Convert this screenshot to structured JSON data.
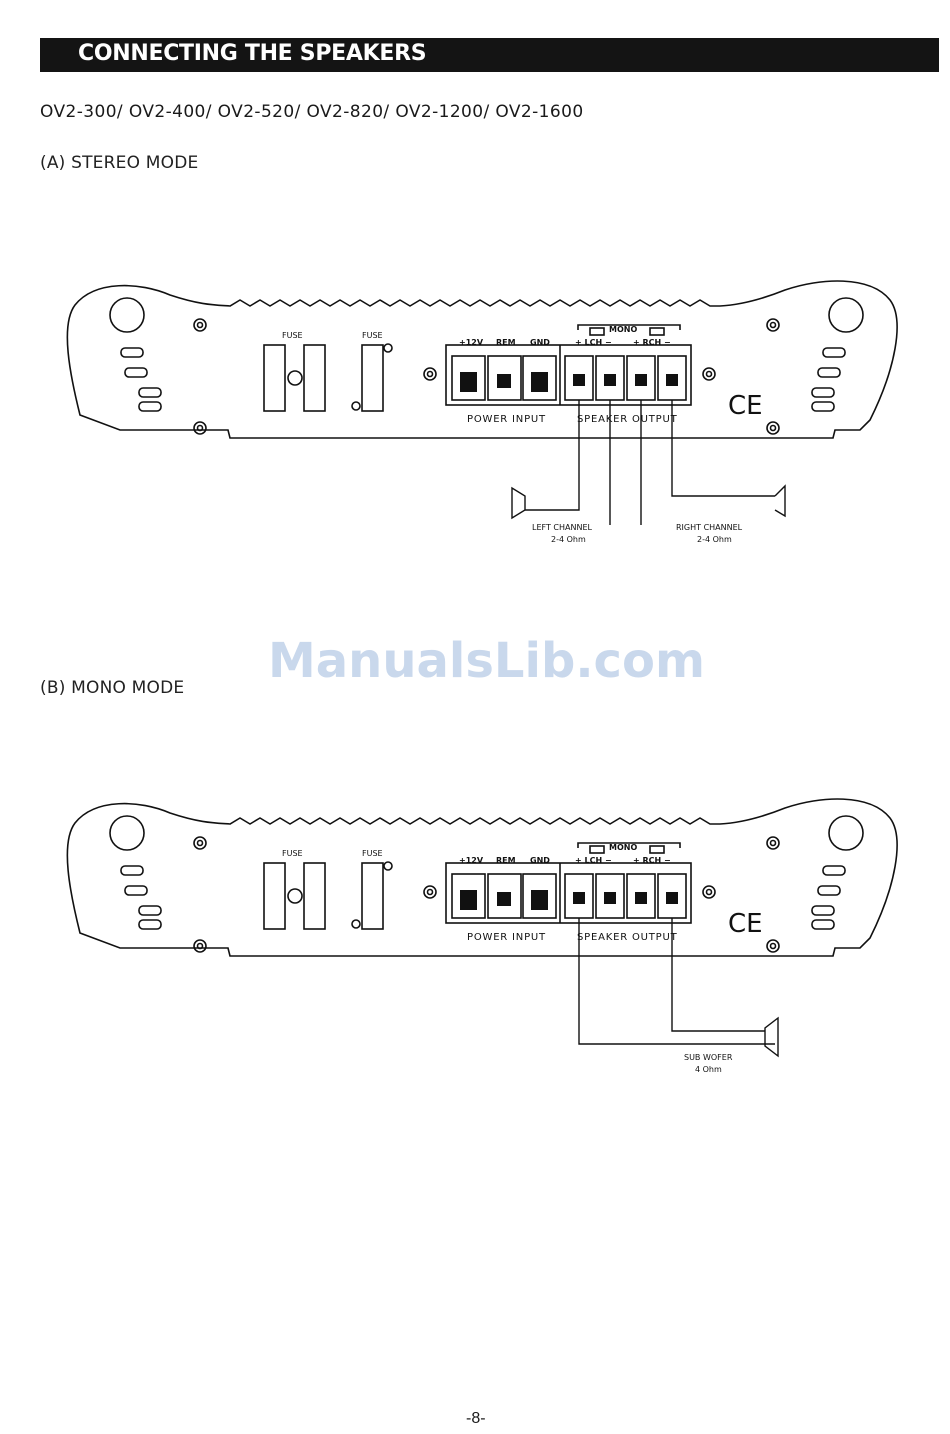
{
  "header": {
    "title": "CONNECTING THE SPEAKERS"
  },
  "models": "OV2-300/ OV2-400/ OV2-520/ OV2-820/ OV2-1200/ OV2-1600",
  "stereo": {
    "title": "(A) STEREO MODE",
    "fuse1": "FUSE",
    "fuse2": "FUSE",
    "plus12v": "+12V",
    "rem": "REM",
    "gnd": "GND",
    "mono": "MONO",
    "lch": "+ LCH −",
    "rch": "+ RCH −",
    "power_input": "POWER INPUT",
    "speaker_output": "SPEAKER OUTPUT",
    "ce": "CE",
    "left_channel": "LEFT CHANNEL",
    "left_ohm": "2-4 Ohm",
    "right_channel": "RIGHT CHANNEL",
    "right_ohm": "2-4 Ohm"
  },
  "mono": {
    "title": "(B) MONO MODE",
    "fuse1": "FUSE",
    "fuse2": "FUSE",
    "plus12v": "+12V",
    "rem": "REM",
    "gnd": "GND",
    "mono": "MONO",
    "lch": "+ LCH −",
    "rch": "+ RCH −",
    "power_input": "POWER INPUT",
    "speaker_output": "SPEAKER OUTPUT",
    "ce": "CE",
    "sub_woofer": "SUB WOFER",
    "sub_ohm": "4 Ohm"
  },
  "watermark": "ManualsLib.com",
  "page_number": "-8-"
}
